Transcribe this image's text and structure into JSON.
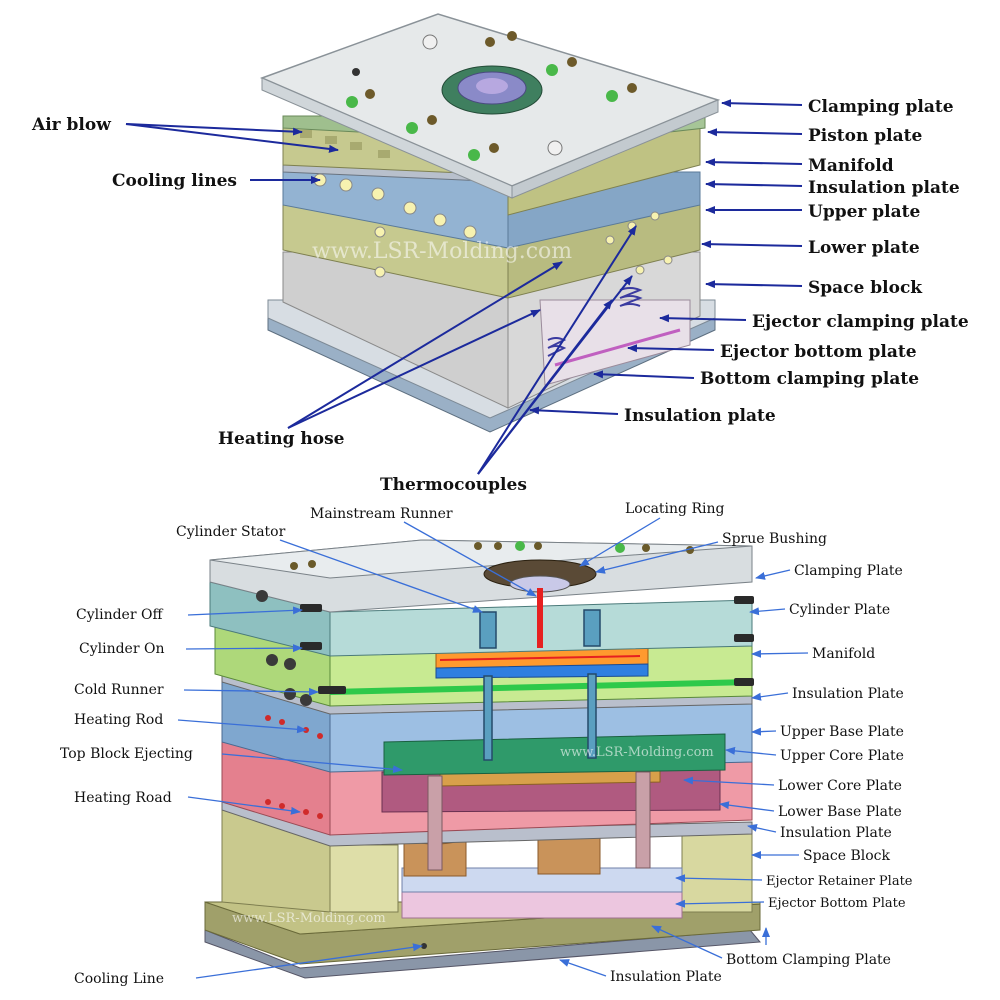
{
  "top": {
    "watermark": "www.LSR-Molding.com",
    "labels_right": [
      "Clamping plate",
      "Piston plate",
      "Manifold",
      "Insulation plate",
      "Upper plate",
      "Lower plate",
      "Space block",
      "Ejector clamping plate",
      "Ejector bottom plate",
      "Bottom clamping plate",
      "Insulation plate"
    ],
    "labels_left": [
      "Air blow",
      "Cooling lines"
    ],
    "labels_bottom": [
      "Heating hose",
      "Thermocouples"
    ]
  },
  "bottom": {
    "watermark": "www.LSR-Molding.com",
    "labels_top": [
      "Mainstream Runner",
      "Locating Ring",
      "Cylinder Stator",
      "Sprue Bushing"
    ],
    "labels_right": [
      "Clamping Plate",
      "Cylinder Plate",
      "Manifold",
      "Insulation Plate",
      "Upper Base Plate",
      "Upper Core Plate",
      "Lower Core Plate",
      "Lower Base Plate",
      "Insulation Plate",
      "Space Block",
      "Ejector Retainer Plate",
      "Ejector Bottom Plate",
      "Bottom Clamping Plate",
      "Insulation Plate"
    ],
    "labels_left": [
      "Cylinder Off",
      "Cylinder On",
      "Cold Runner",
      "Heating Rod",
      "Top Block Ejecting",
      "Heating Road",
      "Cooling Line"
    ]
  },
  "colors": {
    "arrow_top": "#1c2a9c",
    "arrow_bottom": "#3a6fd8",
    "clamping": "#e6e9ea",
    "olive": "#c6c98f",
    "blue_plate": "#93b3d2",
    "gray_plate": "#c4c4c4",
    "green_plate": "#bfe68a",
    "pink_plate": "#e97f8d",
    "teal_plate": "#a7cfcf",
    "orange": "#ff9a2e",
    "red_runner": "#e62020",
    "cold_runner": "#2ec94a"
  }
}
